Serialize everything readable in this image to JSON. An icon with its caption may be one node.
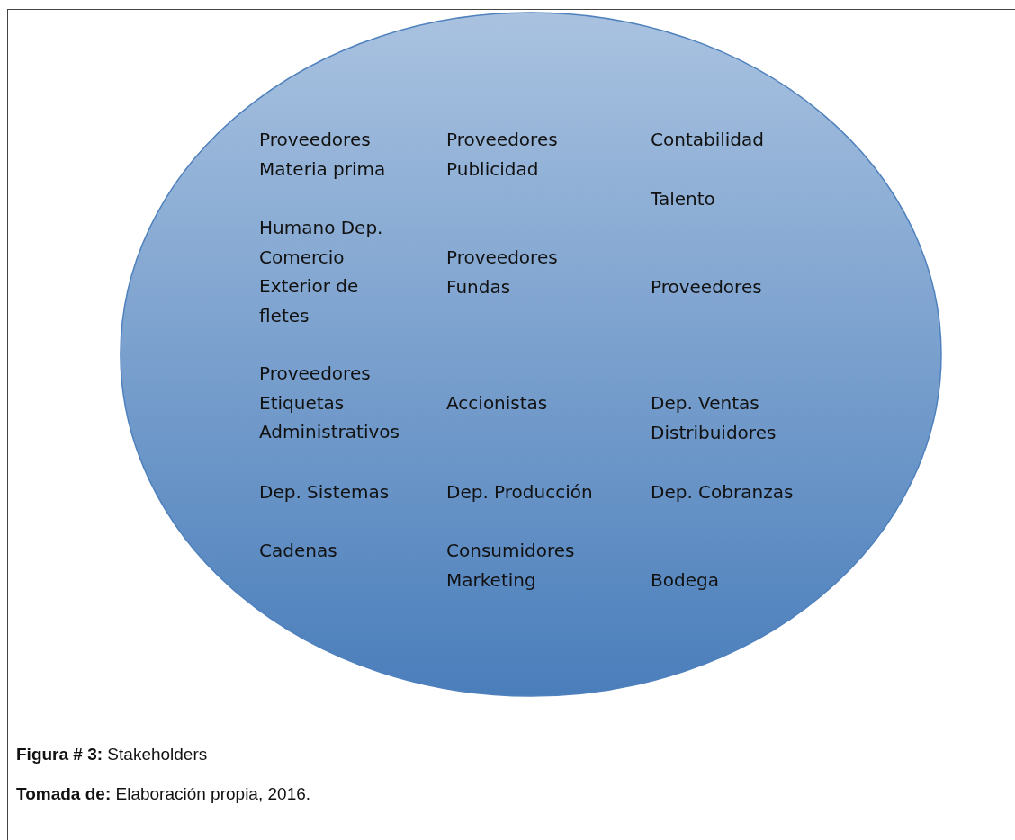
{
  "diagram": {
    "caption": "**Figura # 3:** Stakeholders",
    "nodes": [
      {
        "text": [
          "Proveedores Materia prima",
          "Proveedores Publicidad",
          "Contabilidad",
          "Talento",
          "Humano Dep. Comercio Exterior de fletes",
          "Proveedores Fundas",
          "Proveedores",
          "Proveedores Etiquetas Administrativos",
          "Accionistas",
          "Dep. Ventas Distribuidores",
          "Dep. Sistemas",
          "Dep. Producción",
          "Dep. Cobranzas",
          "Cadenas",
          "Consumidores Marketing",
          "Bodega"
        ]
      }
    ],
    "labels": [
      "**Tomada de:** Elaboración propia, 2016."
    ]
  }
}
